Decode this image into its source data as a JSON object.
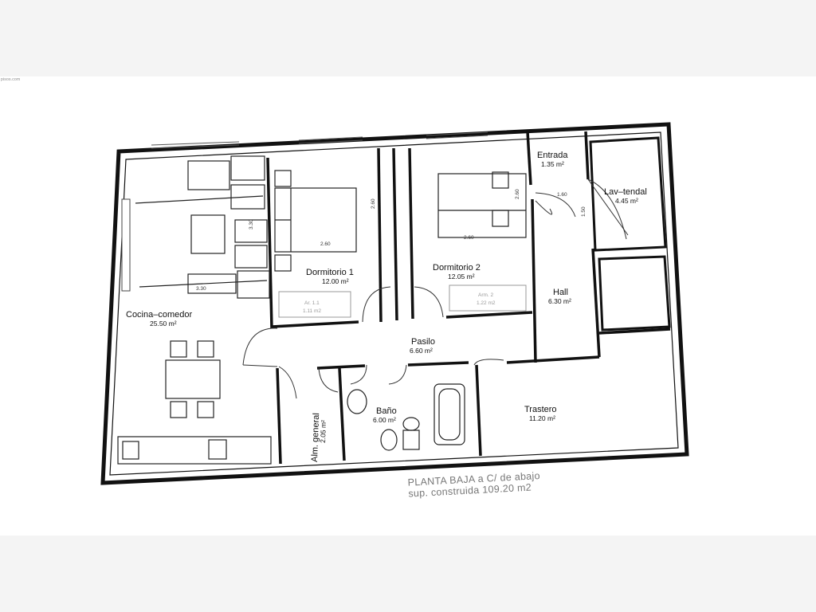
{
  "watermark": "pisos.com",
  "rooms": [
    {
      "key": "cocina",
      "name": "Cocina–comedor",
      "area": "25.50  m²"
    },
    {
      "key": "dorm1",
      "name": "Dormitorio  1",
      "area": "12.00  m²"
    },
    {
      "key": "dorm2",
      "name": "Dormitorio  2",
      "area": "12.05  m²"
    },
    {
      "key": "entrada",
      "name": "Entrada",
      "area": "1.35  m²"
    },
    {
      "key": "lav",
      "name": "Lav–tendal",
      "area": "4.45  m²"
    },
    {
      "key": "hall",
      "name": "Hall",
      "area": "6.30  m²"
    },
    {
      "key": "pasillo",
      "name": "Pasilo",
      "area": "6.60  m²"
    },
    {
      "key": "bano",
      "name": "Baño",
      "area": "6.00  m²"
    },
    {
      "key": "trastero",
      "name": "Trastero",
      "area": "11.20  m²"
    },
    {
      "key": "alm",
      "name": "Alm. general",
      "area": "2.05  m²"
    }
  ],
  "dimensions": [
    "3.30",
    "3.30",
    "2.60",
    "2.60",
    "2.60",
    "2.60",
    "1.60",
    "1.50"
  ],
  "closet_notes": [
    "Ar. 1.1",
    "1.11 m2",
    "Arm. 2",
    "1.22 m2"
  ],
  "caption": {
    "line1": "PLANTA BAJA  a C/ de abajo",
    "line2": "sup. construida 109.20 m2"
  }
}
